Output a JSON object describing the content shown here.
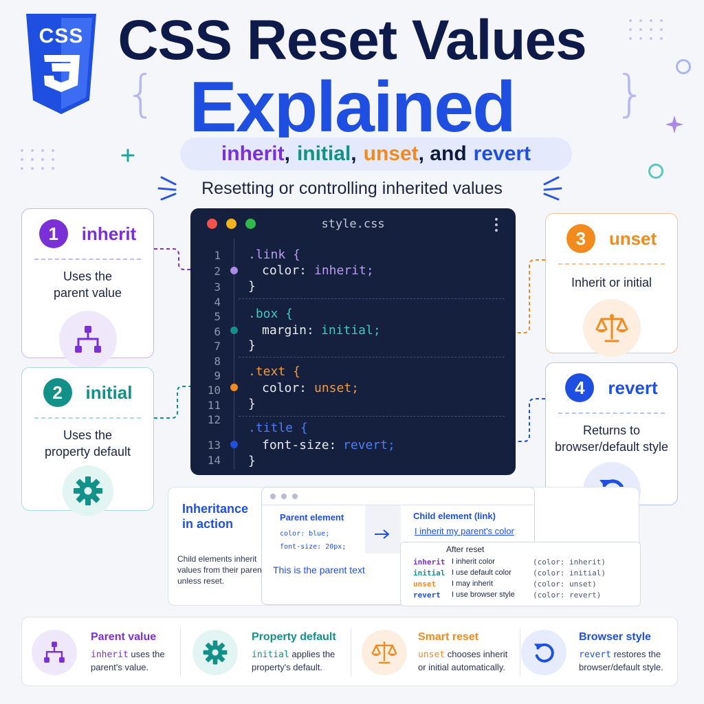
{
  "logo": {
    "text": "CSS",
    "number": "3"
  },
  "header": {
    "title_line1": "CSS Reset Values",
    "title_line2": "Explained",
    "pill": {
      "k1": "inherit",
      "sep1": ",",
      "k2": "initial",
      "sep2": ",",
      "k3": "unset",
      "sep3": ", and",
      "k4": "revert"
    },
    "subtitle": "Resetting or controlling inherited values"
  },
  "cards": {
    "inherit": {
      "num": "1",
      "name": "inherit",
      "line1": "Uses the",
      "line2": "parent value",
      "icon": "hierarchy-icon",
      "color": "#7b2fd6"
    },
    "initial": {
      "num": "2",
      "name": "initial",
      "line1": "Uses the",
      "line2": "property default",
      "icon": "gear-icon",
      "color": "#129188"
    },
    "unset": {
      "num": "3",
      "name": "unset",
      "line1": "Inherit or initial",
      "icon": "scale-icon",
      "color": "#f28a1d"
    },
    "revert": {
      "num": "4",
      "name": "revert",
      "line1": "Returns to",
      "line2": "browser/default style",
      "icon": "undo-icon",
      "color": "#1f4fe0"
    }
  },
  "editor": {
    "filename": "style.css",
    "line_numbers": [
      "1",
      "2",
      "3",
      "4",
      "5",
      "6",
      "7",
      "8",
      "9",
      "10",
      "11",
      "12",
      "13",
      "14"
    ],
    "blocks": [
      {
        "selector": ".link {",
        "prop": "color:",
        "value": "inherit;",
        "close": "}"
      },
      {
        "selector": ".box {",
        "prop": "margin:",
        "value": "initial;",
        "close": "}"
      },
      {
        "selector": ".text {",
        "prop": "color:",
        "value": "unset;",
        "close": "}"
      },
      {
        "selector": ".title {",
        "prop": "font-size:",
        "value": "revert;",
        "close": "}"
      }
    ]
  },
  "inheritance": {
    "heading_line1": "Inheritance",
    "heading_line2": "in action",
    "note_line1": "Child elements inherit",
    "note_line2": "values from their parent",
    "note_line3": "unless reset.",
    "parent_title": "Parent element",
    "parent_code1": "color: blue;",
    "parent_code2": "font-size: 20px;",
    "parent_text": "This is the parent text",
    "child_title": "Child element (link)",
    "child_link": "I inherit my parent's color",
    "after_title": "After reset",
    "rows": [
      {
        "kw": "inherit",
        "text": "I inherit color",
        "code": "(color: inherit)"
      },
      {
        "kw": "initial",
        "text": "I use default color",
        "code": "(color: initial)"
      },
      {
        "kw": "unset",
        "text": "I may inherit",
        "code": "(color: unset)"
      },
      {
        "kw": "revert",
        "text": "I use browser style",
        "code": "(color: revert)"
      }
    ]
  },
  "legend": [
    {
      "title": "Parent value",
      "kw": "inherit",
      "rest1": " uses the",
      "line2": "parent's value.",
      "icon": "hierarchy-icon"
    },
    {
      "title": "Property default",
      "kw": "initial",
      "rest1": " applies the",
      "line2": "property's default.",
      "icon": "gear-icon"
    },
    {
      "title": "Smart reset",
      "kw": "unset",
      "rest1": " chooses inherit",
      "line2": "or initial automatically.",
      "icon": "scale-icon"
    },
    {
      "title": "Browser style",
      "kw": "revert",
      "rest1": " restores the",
      "line2": "browser/default style.",
      "icon": "undo-icon"
    }
  ]
}
